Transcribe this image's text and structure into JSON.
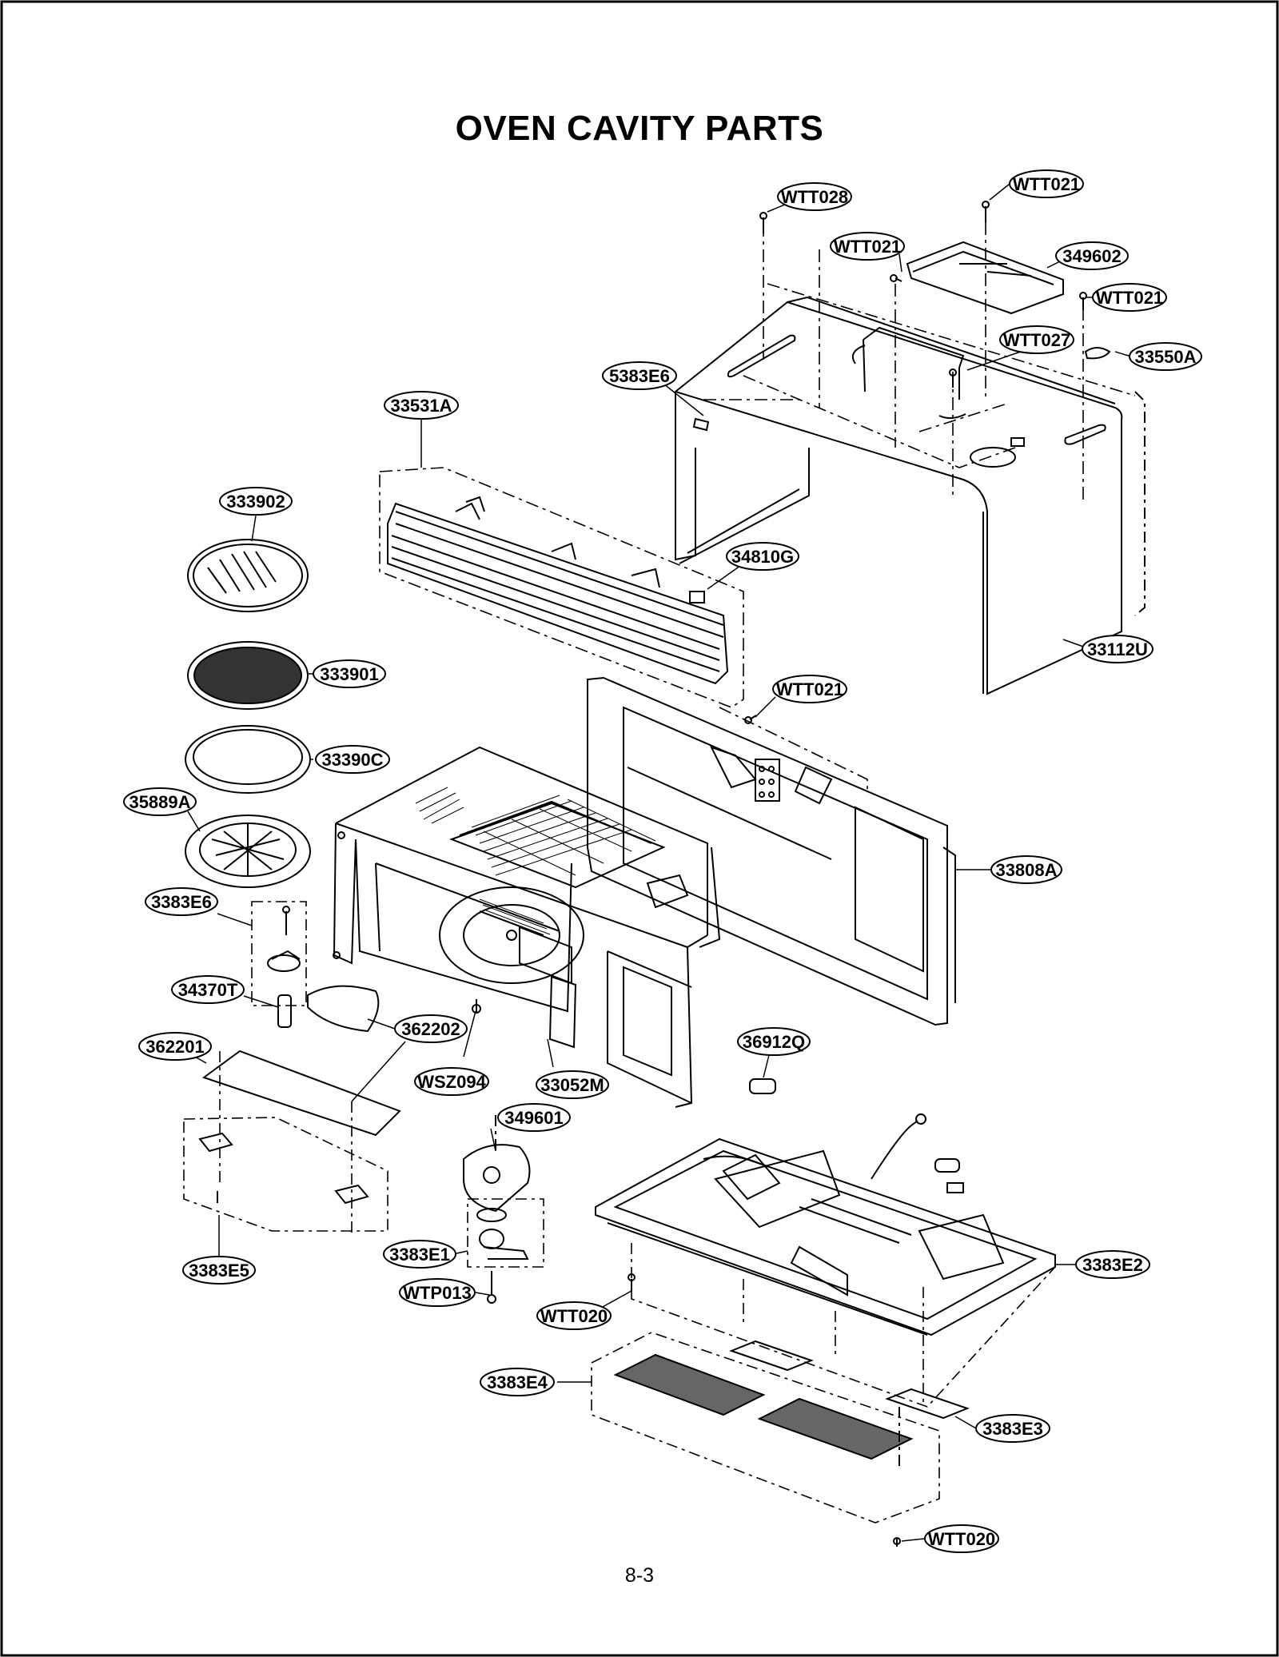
{
  "page": {
    "title": "OVEN CAVITY PARTS",
    "page_number": "8-3"
  },
  "part_labels": [
    "WTT028",
    "WTT021",
    "WTT021",
    "349602",
    "WTT021",
    "WTT027",
    "33550A",
    "5383E6",
    "33531A",
    "333902",
    "34810G",
    "33112U",
    "333901",
    "WTT021",
    "33390C",
    "35889A",
    "33808A",
    "3383E6",
    "34370T",
    "362202",
    "362201",
    "WSZ094",
    "33052M",
    "36912Q",
    "349601",
    "3383E5",
    "3383E1",
    "3383E2",
    "WTP013",
    "WTT020",
    "3383E4",
    "3383E3",
    "WTT020"
  ]
}
